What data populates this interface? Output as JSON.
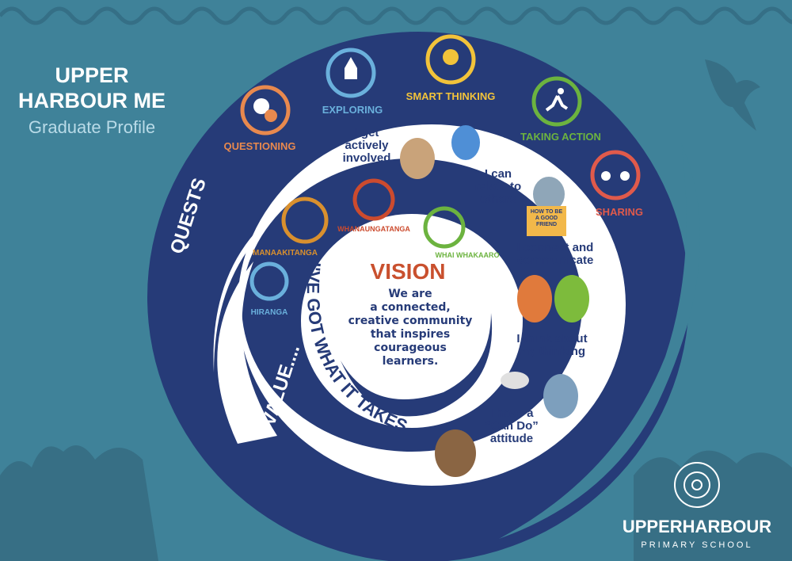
{
  "header": {
    "title_line1": "UPPER",
    "title_line2": "HARBOUR ME",
    "subtitle": "Graduate Profile"
  },
  "colors": {
    "background": "#3f8299",
    "navy": "#263b78",
    "white": "#ffffff",
    "orange": "#e8894e",
    "light_blue": "#6ab0dc",
    "yellow": "#f2c33a",
    "green": "#6cb33f",
    "red": "#e05a4b",
    "vision_red": "#c9502e"
  },
  "outer_ring": {
    "label": "QUESTS",
    "items": [
      {
        "label": "QUESTIONING",
        "icon": "speech-bubbles-question-icon",
        "color": "#e8894e"
      },
      {
        "label": "EXPLORING",
        "icon": "rocket-icon",
        "color": "#6ab0dc"
      },
      {
        "label": "SMART THINKING",
        "icon": "lightbulb-gear-icon",
        "color": "#f2c33a"
      },
      {
        "label": "TAKING ACTION",
        "icon": "running-person-icon",
        "color": "#6cb33f"
      },
      {
        "label": "SHARING",
        "icon": "people-exchange-icon",
        "color": "#e05a4b"
      }
    ]
  },
  "values_ring": {
    "label": "I VALUE....",
    "items": [
      {
        "label": "MANAAKITANGA",
        "icon": "manaia-twist-icon",
        "color": "#d9902e"
      },
      {
        "label": "WHANAUNGATANGA",
        "icon": "koru-heart-icon",
        "color": "#cc4b2e"
      },
      {
        "label": "WHAI WHAKAARO",
        "icon": "triple-spiral-icon",
        "color": "#6cb33f"
      },
      {
        "label": "HIRANGA",
        "icon": "mountain-wave-icon",
        "color": "#6ab0dc"
      }
    ]
  },
  "takes_ring": {
    "label": "I'VE GOT WHAT IT TAKES",
    "statements": [
      "I get actively involved",
      "I can relate to others",
      "I connect and communicate",
      "I think about my thinking",
      "I have a “Can Do” attitude"
    ],
    "book_text": "HOW TO BE A GOOD FRIEND"
  },
  "vision": {
    "title": "VISION",
    "lines": [
      "We are",
      "a connected,",
      "creative community",
      "that inspires",
      "courageous",
      "learners."
    ]
  },
  "logo": {
    "name": "UPPERHARBOUR",
    "sub": "PRIMARY SCHOOL"
  }
}
